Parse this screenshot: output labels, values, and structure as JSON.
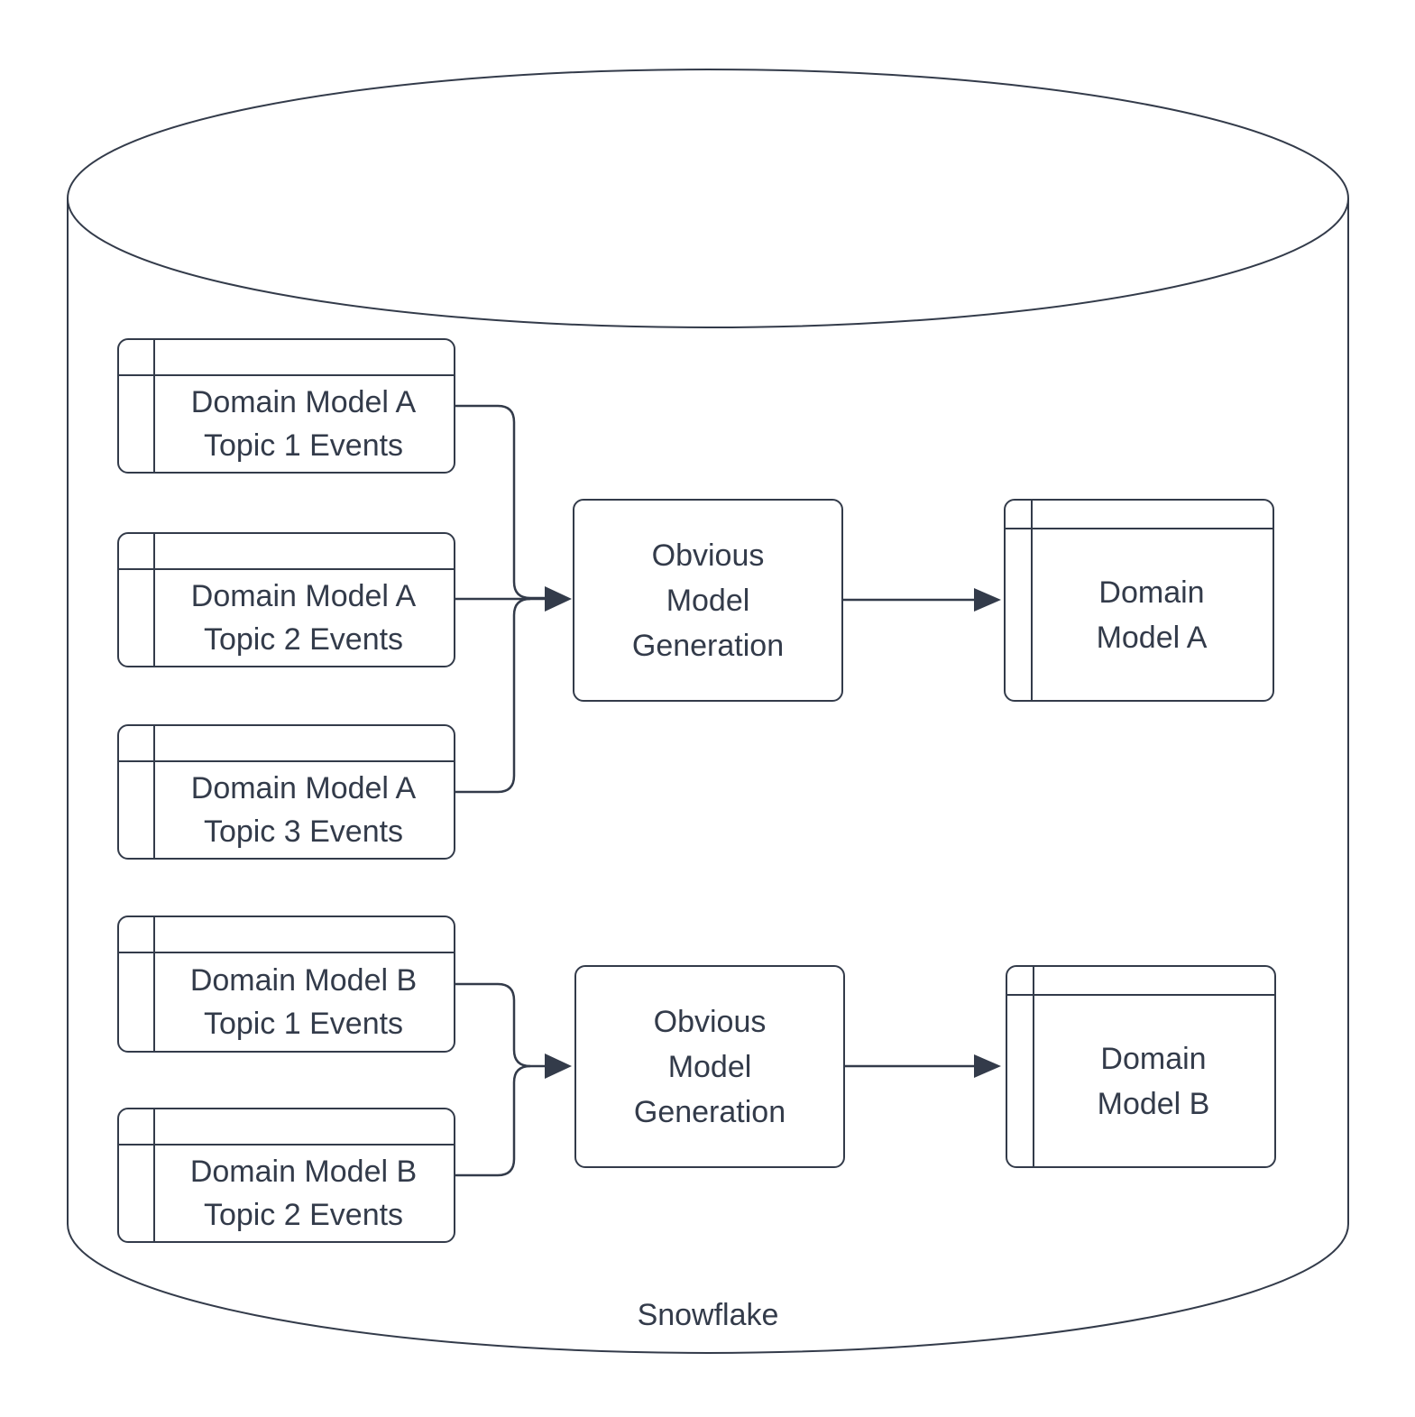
{
  "diagram": {
    "container": {
      "label": "Snowflake"
    },
    "source_tables": [
      {
        "line1": "Domain Model A",
        "line2": "Topic 1 Events"
      },
      {
        "line1": "Domain Model A",
        "line2": "Topic 2 Events"
      },
      {
        "line1": "Domain Model A",
        "line2": "Topic 3 Events"
      },
      {
        "line1": "Domain Model B",
        "line2": "Topic 1 Events"
      },
      {
        "line1": "Domain Model B",
        "line2": "Topic 2 Events"
      }
    ],
    "processes": [
      {
        "line1": "Obvious",
        "line2": "Model",
        "line3": "Generation"
      },
      {
        "line1": "Obvious",
        "line2": "Model",
        "line3": "Generation"
      }
    ],
    "output_tables": [
      {
        "line1": "Domain",
        "line2": "Model A"
      },
      {
        "line1": "Domain",
        "line2": "Model B"
      }
    ],
    "colors": {
      "stroke": "#333b4a",
      "text": "#333b4a",
      "background": "#ffffff"
    }
  }
}
